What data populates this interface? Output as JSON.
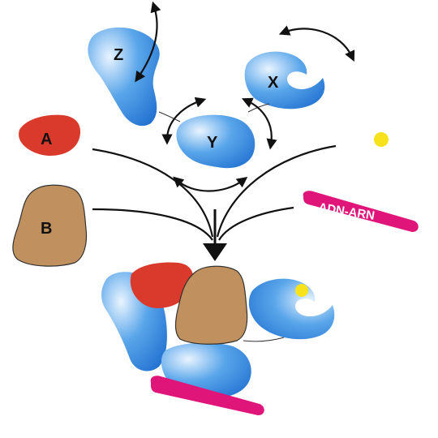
{
  "labels": {
    "z": "Z",
    "x": "X",
    "y": "Y",
    "a": "A",
    "b": "B",
    "nucleic_acid": "ADN-ARN"
  },
  "colors": {
    "blue_light": "#e9f4ff",
    "blue_mid": "#5aa6ea",
    "blue_dark": "#1f6fd0",
    "red": "#d93a2b",
    "tan": "#c0915f",
    "magenta": "#e0157a",
    "yellow": "#f7e21b",
    "arrow": "#111111"
  },
  "icons": {
    "rotation": "curved-double-arrow-icon",
    "convergence": "convergence-arrows-icon",
    "ligand": "ligand-dot-icon"
  }
}
